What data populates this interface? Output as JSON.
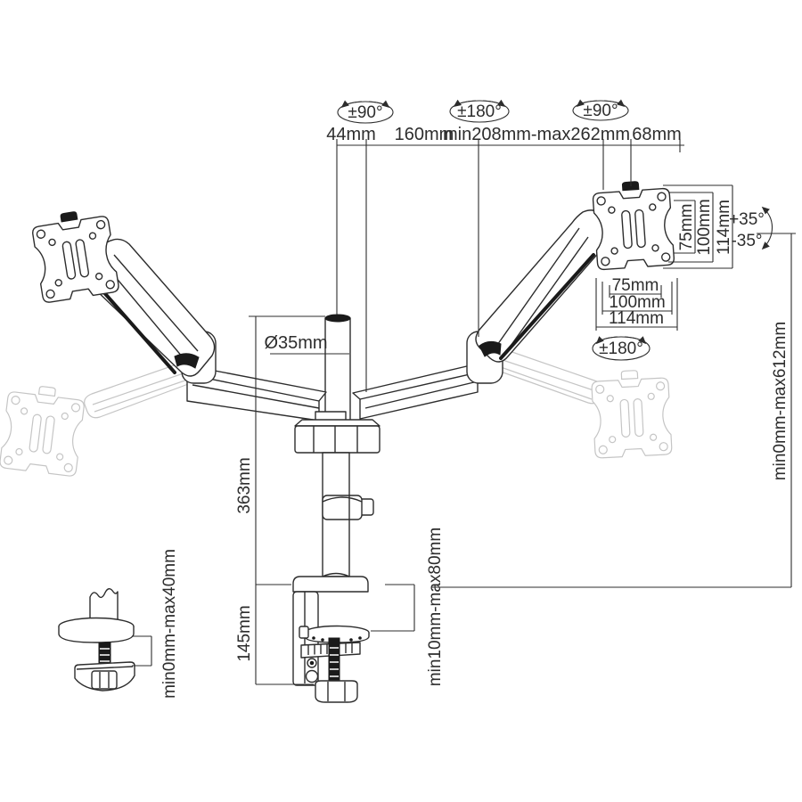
{
  "diagram": {
    "title": "Dual monitor desk mount dimensional drawing",
    "colors": {
      "line": "#2d2d2d",
      "ghost": "#c5c5c5",
      "black_fill": "#1a1a1a",
      "background": "#ffffff"
    },
    "rotation": {
      "pole_swivel": "±90°",
      "arm_swivel": "±180°",
      "head_swivel": "±90°",
      "vesa_rotation": "±180°"
    },
    "top_dims": {
      "pole_to_joint": "44mm",
      "rear_arm": "160mm",
      "front_arm": "min208mm-max262mm",
      "head_offset": "68mm"
    },
    "vesa_dims": {
      "vertical": [
        "75mm",
        "100mm",
        "114mm"
      ],
      "horizontal": [
        "75mm",
        "100mm",
        "114mm"
      ]
    },
    "tilt": {
      "up": "+35°",
      "down": "-35°"
    },
    "pole_diameter": "Ø35mm",
    "pole_height": "363mm",
    "clamp_height": "145mm",
    "desk_clamp_range": "min10mm-max80mm",
    "grommet_range": "min0mm-max40mm",
    "height_adjustment": "min0mm-max612mm"
  }
}
